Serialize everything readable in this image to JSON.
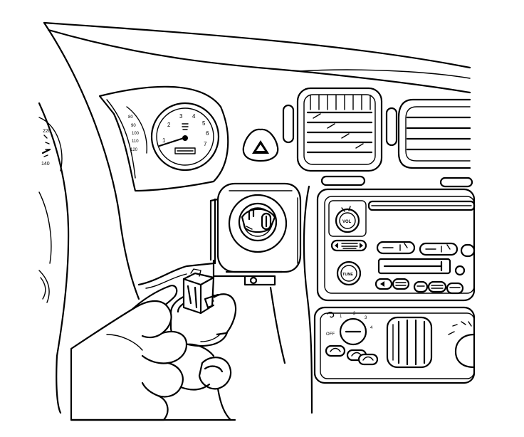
{
  "gauges": {
    "speedometer_ticks": [
      "80",
      "90",
      "100",
      "110",
      "120"
    ],
    "tachometer_ticks": [
      "1",
      "2",
      "3",
      "4",
      "5",
      "6",
      "7"
    ],
    "left_gauge_ticks": [
      "220",
      "140"
    ]
  },
  "radio": {
    "volume_label": "VOL",
    "tune_label": "TUNE"
  },
  "hvac": {
    "off_label": "OFF",
    "fan_ticks": [
      "1",
      "2",
      "3",
      "4"
    ]
  }
}
